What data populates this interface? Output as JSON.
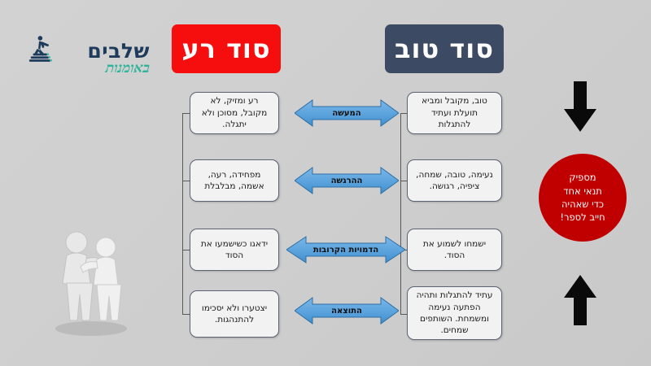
{
  "logo": {
    "word": "שלבים",
    "subtitle": "באומנות",
    "icon": "person-climbing-steps-icon"
  },
  "columns": {
    "bad": {
      "header": "סוד רע",
      "color": "#f60d0d",
      "items": [
        "רע ומזיק, לא מקובל, מסוכן ולא יתגלה.",
        "מפחידה, רעה, אשמה, מבלבלת",
        "ידאגו כשישמעו את הסוד",
        "יצטערו ולא יסכימו להתנהגות."
      ]
    },
    "good": {
      "header": "סוד טוב",
      "color": "#3c4a63",
      "items": [
        "טוב, מקובל ומביא תועלת ועתיד להתגלות",
        "נעימה, טובה, שמחה, ציפיה, רגושה.",
        "ישמחו לשמוע את הסוד.",
        "עתיד להתגלות ותהיה הפתעה נעימה ומשמחת. השותפים שמחים."
      ]
    }
  },
  "criteria": [
    "המעשה",
    "ההרגשה",
    "הדמויות הקרובות",
    "התוצאה"
  ],
  "callout": {
    "line1": "מספיק",
    "line2": "תנאי אחד",
    "line3": "כדי שאהיה",
    "line4": "חייב לספר!",
    "color": "#c00000"
  },
  "pointers": {
    "down": "arrow-down-icon",
    "up": "arrow-up-icon"
  },
  "illustration": "two-people-hugging-figure"
}
